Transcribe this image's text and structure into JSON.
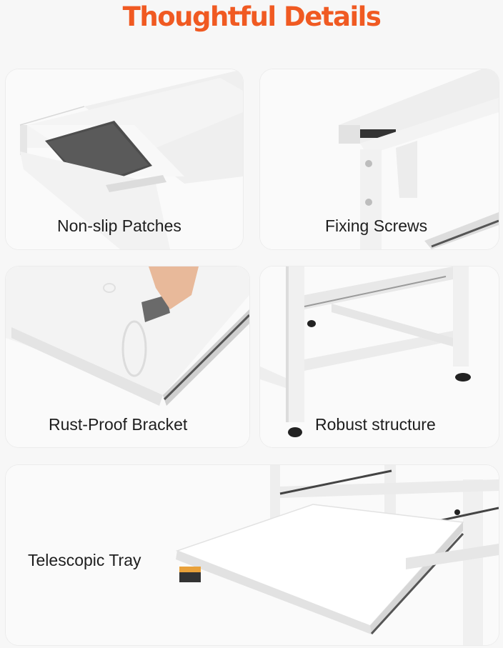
{
  "title": "Thoughtful Details",
  "colors": {
    "accent": "#f05a22",
    "background": "#f7f7f7",
    "card": "#ffffff"
  },
  "cards": [
    {
      "caption": "Non-slip Patches"
    },
    {
      "caption": "Fixing Screws"
    },
    {
      "caption": "Rust-Proof Bracket"
    },
    {
      "caption": "Robust structure"
    },
    {
      "caption": "Telescopic Tray"
    }
  ]
}
